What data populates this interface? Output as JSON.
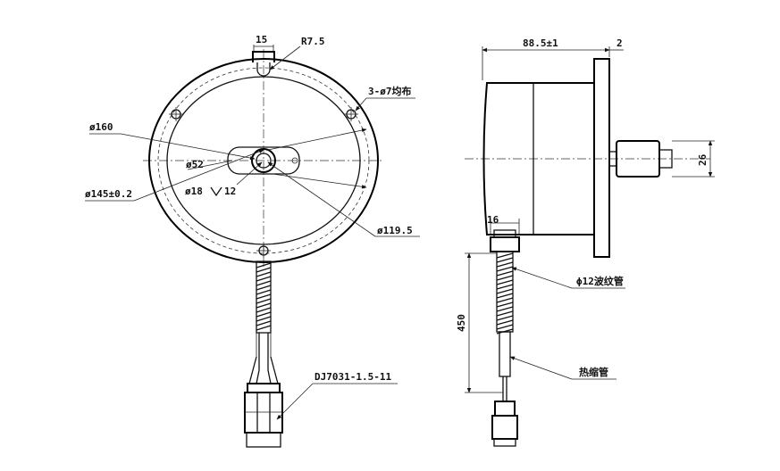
{
  "front_view": {
    "labels": {
      "tab_width": "15",
      "tab_radius": "R7.5",
      "holes": "3-ø7均布",
      "outer_dia": "ø160",
      "hub_dia": "ø52",
      "bolt_circle": "ø145±0.2",
      "counterbore": "ø18",
      "counterbore_depth": "12",
      "inner_dia": "ø119.5",
      "connector": "DJ7031-1.5-11"
    }
  },
  "side_view": {
    "labels": {
      "depth": "88.5±1",
      "flange": "2",
      "shaft": "26",
      "nut": "16",
      "length": "450",
      "bellows": "ϕ12波纹管",
      "shrink_tube": "热缩管"
    }
  }
}
